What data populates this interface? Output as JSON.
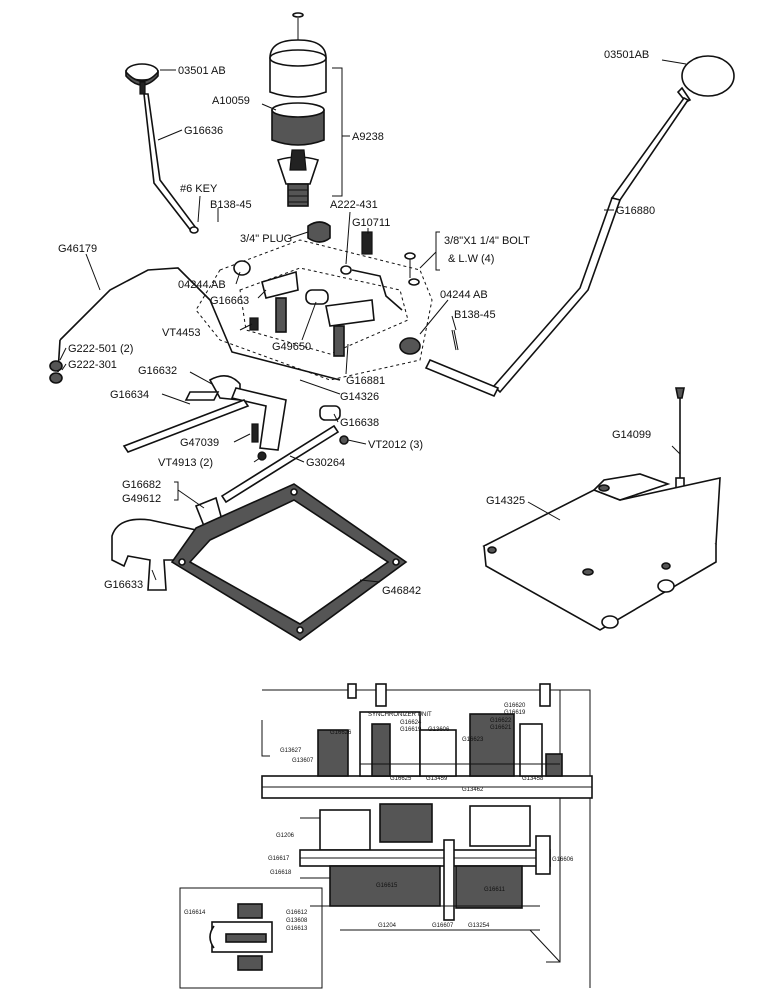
{
  "callouts_top": {
    "knob_left": "03501 AB",
    "knob_right": "03501AB",
    "cap": "A10059",
    "cover_assy": "A9238",
    "lever_left": "G16636",
    "lever_right": "G16880",
    "key": "#6 KEY",
    "pin_left": "B138-45",
    "pin_right": "B138-45",
    "plug": "3/4\" PLUG",
    "fitting": "A222-431",
    "dowel": "G10711",
    "bolt_line1": "3/8\"X1 1/4\" BOLT",
    "bolt_line2": "& L.W (4)",
    "tube": "G46179",
    "seal_left": "04244 AB",
    "seal_right": "04244 AB",
    "shifter_left": "G16663",
    "pin_vt": "VT4453",
    "spacer": "G49650",
    "elbow1": "G222-501 (2)",
    "elbow2": "G222-301",
    "shifter_right": "G16881",
    "gasket_small": "G14326",
    "fork_upper": "G16632",
    "rod_left": "G16634",
    "block": "G16638",
    "screw": "VT2012 (3)",
    "spring": "G47039",
    "ball": "VT4913 (2)",
    "rod_right": "G30264",
    "collar1": "G16682",
    "collar2": "G49612",
    "fork_lower": "G16633",
    "gasket_large": "G46842",
    "dipstick": "G14099",
    "cover_plate": "G14325"
  },
  "callouts_bottom": {
    "synchronizer": "SYNCHRONIZER UNIT",
    "b1": "G16626",
    "b2": "G16624",
    "b3": "G16619",
    "b4": "G13606",
    "b5": "G16623",
    "b6": "G16620",
    "b7": "G16619",
    "b8": "G16622",
    "b9": "G16621",
    "b10": "G13627",
    "b11": "G13607",
    "b12": "G16625",
    "b13": "G13459",
    "b14": "G13458",
    "b15": "G13462",
    "b16": "G1206",
    "b17": "G16617",
    "b18": "G16618",
    "b19": "G16615",
    "b20": "G16606",
    "b21": "G16611",
    "b22": "G1204",
    "b23": "G16607",
    "b24": "G13254"
  },
  "callouts_inset": {
    "i1": "G16614",
    "i2": "G16612",
    "i3": "G13608",
    "i4": "G16613"
  }
}
